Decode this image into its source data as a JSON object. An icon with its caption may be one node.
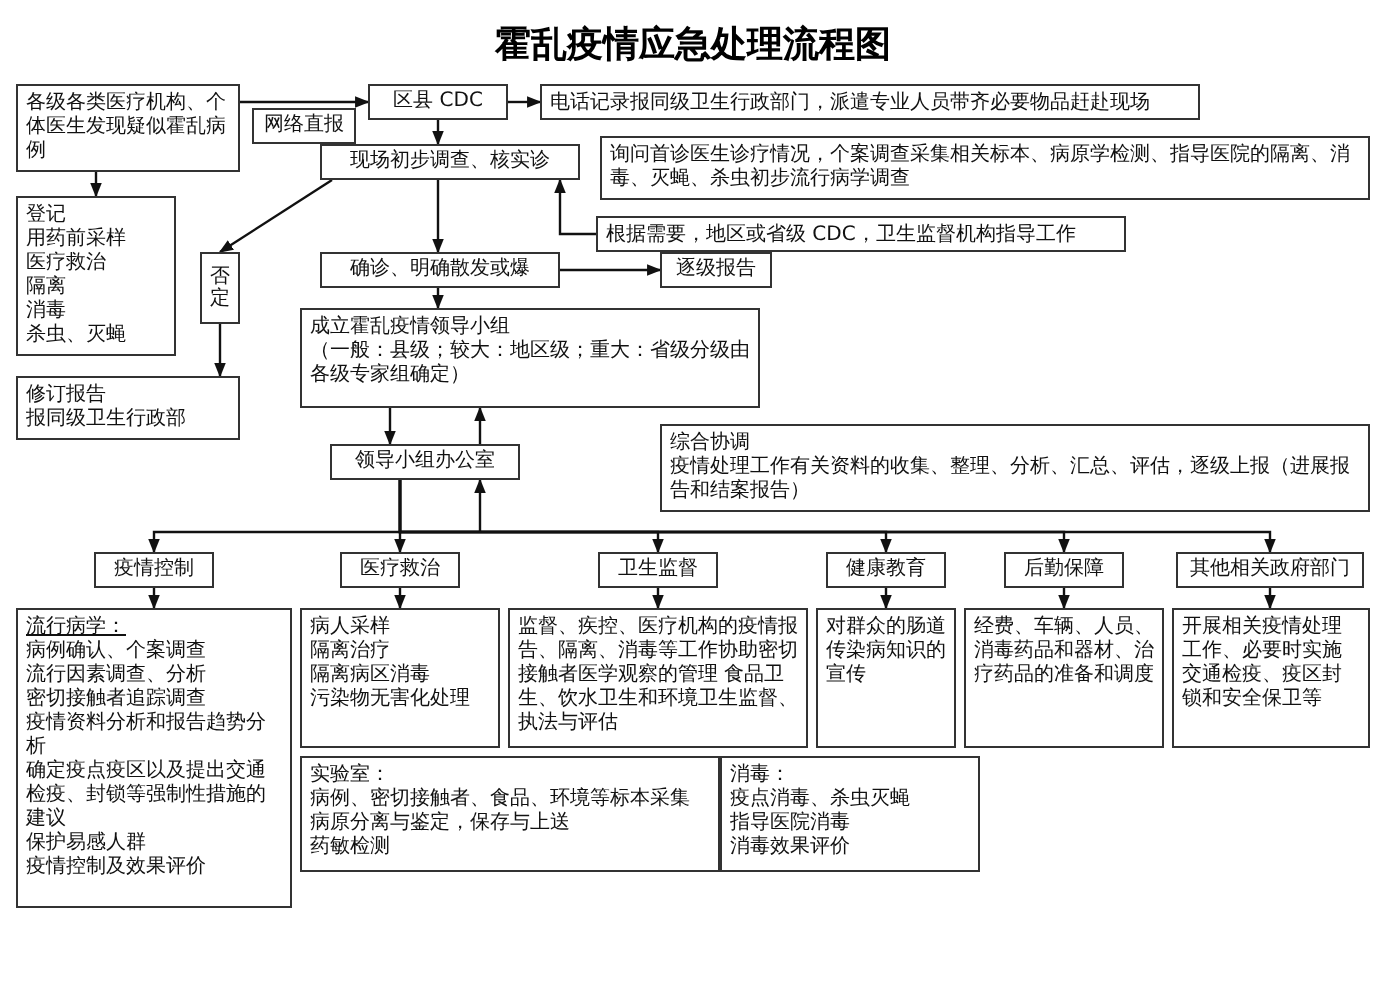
{
  "diagram": {
    "title": "霍乱疫情应急处理流程图",
    "nodes": [
      {
        "text": [
          "各级各类医疗机构、个体医生发现疑似霍乱病例"
        ]
      },
      {
        "text": [
          "区县 CDC"
        ]
      },
      {
        "text": [
          "电话记录报同级卫生行政部门，派遣专业人员带齐必要物品赶赴现场"
        ]
      },
      {
        "text": [
          "现场初步调查、核实诊"
        ]
      },
      {
        "text": [
          "询问首诊医生诊疗情况，个案调查采集相关标本、病原学检测、指导医院的隔离、消毒、灭蝇、杀虫初步流行病学调查"
        ]
      },
      {
        "text": [
          "根据需要，地区或省级 CDC，卫生监督机构指导工作"
        ]
      },
      {
        "text": [
          "登记",
          "用药前采样",
          "医疗救治",
          "隔离",
          "消毒",
          "杀虫、灭蝇"
        ]
      },
      {
        "text": [
          "确诊、明确散发或爆"
        ]
      },
      {
        "text": [
          "否定"
        ]
      },
      {
        "text": [
          "修订报告",
          "报同级卫生行政部"
        ]
      },
      {
        "text": [
          "逐级报告"
        ]
      },
      {
        "text": [
          "成立霍乱疫情领导小组",
          "（一般：县级；较大：地区级；重大：省级分级由各级专家组确定）"
        ]
      },
      {
        "text": [
          "综合协调",
          "疫情处理工作有关资料的收集、整理、分析、汇总、评估，逐级上报（进展报告和结案报告）"
        ]
      },
      {
        "text": [
          "领导小组办公室"
        ]
      },
      {
        "text": [
          "疫情控制"
        ]
      },
      {
        "text": [
          "医疗救治"
        ]
      },
      {
        "text": [
          "卫生监督"
        ]
      },
      {
        "text": [
          "健康教育"
        ]
      },
      {
        "text": [
          "后勤保障"
        ]
      },
      {
        "text": [
          "其他相关政府部门"
        ]
      },
      {
        "text": [
          "流行病学：",
          "病例确认、个案调查",
          "流行因素调查、分析",
          "密切接触者追踪调查",
          "疫情资料分析和报告趋势分析",
          "确定疫点疫区以及提出交通检疫、封锁等强制性措施的建议",
          "保护易感人群",
          "疫情控制及效果评价"
        ]
      },
      {
        "text": [
          "病人采样",
          "隔离治疗",
          "隔离病区消毒",
          "污染物无害化处理"
        ]
      },
      {
        "text": [
          "监督、疾控、医疗机构的疫情报告、隔离、消毒等工作协助密切接触者医学观察的管理 食品卫生、饮水卫生和环境卫生监督、执法与评估"
        ]
      },
      {
        "text": [
          "对群众的肠道传染病知识的宣传"
        ]
      },
      {
        "text": [
          "经费、车辆、人员、消毒药品和器材、治疗药品的准备和调度"
        ]
      },
      {
        "text": [
          "开展相关疫情处理工作、必要时实施交通检疫、疫区封锁和安全保卫等"
        ]
      },
      {
        "text": [
          "实验室：",
          "病例、密切接触者、食品、环境等标本采集",
          "病原分离与鉴定，保存与上送",
          "药敏检测"
        ]
      },
      {
        "text": [
          "消毒：",
          "疫点消毒、杀虫灭蝇",
          "指导医院消毒",
          "消毒效果评价"
        ]
      },
      {
        "text": [
          "网络直报"
        ]
      }
    ],
    "edges": [
      {
        "from": 0,
        "to": 1,
        "arrow": "to"
      },
      {
        "from": 1,
        "to": 2,
        "arrow": "to"
      },
      {
        "from": 1,
        "to": 3,
        "arrow": "to"
      },
      {
        "from": 0,
        "to": 6,
        "arrow": "to"
      },
      {
        "from": 3,
        "to": 8,
        "arrow": "to"
      },
      {
        "from": 8,
        "to": 9,
        "arrow": "to"
      },
      {
        "from": 5,
        "to": 3,
        "arrow": "to"
      },
      {
        "from": 3,
        "to": 7,
        "arrow": "to"
      },
      {
        "from": 7,
        "to": 10,
        "arrow": "to"
      },
      {
        "from": 7,
        "to": 11,
        "arrow": "to"
      },
      {
        "from": 11,
        "to": 13,
        "arrow": "to"
      },
      {
        "from": 13,
        "to": 11,
        "arrow": "to"
      },
      {
        "from": 13,
        "to": 14,
        "arrow": "to"
      },
      {
        "from": 13,
        "to": 15,
        "arrow": "to"
      },
      {
        "from": 13,
        "to": 16,
        "arrow": "to"
      },
      {
        "from": 13,
        "to": 17,
        "arrow": "to"
      },
      {
        "from": 13,
        "to": 18,
        "arrow": "to"
      },
      {
        "from": 13,
        "to": 19,
        "arrow": "to"
      },
      {
        "from": null,
        "to": 13,
        "arrow": "to"
      },
      {
        "from": 14,
        "to": 20,
        "arrow": "to"
      },
      {
        "from": 15,
        "to": 21,
        "arrow": "to"
      },
      {
        "from": 16,
        "to": 22,
        "arrow": "to"
      },
      {
        "from": 17,
        "to": 23,
        "arrow": "to"
      },
      {
        "from": 18,
        "to": 24,
        "arrow": "to"
      },
      {
        "from": 19,
        "to": 25,
        "arrow": "to"
      }
    ]
  }
}
